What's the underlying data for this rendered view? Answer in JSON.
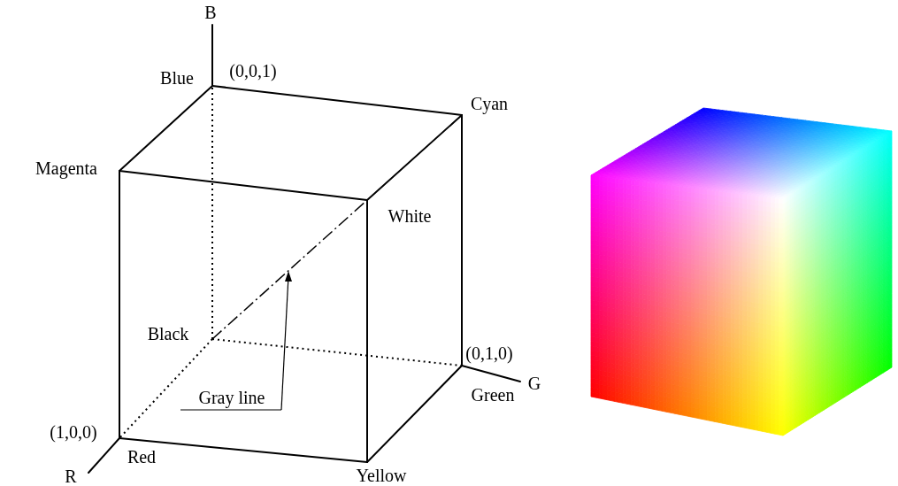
{
  "diagram": {
    "labels": [
      "B",
      "Blue",
      "(0,0,1)",
      "Cyan",
      "Magenta",
      "White",
      "Black",
      "(0,1,0)",
      "G",
      "Green",
      "Gray line",
      "(1,0,0)",
      "R",
      "Red",
      "Yellow"
    ]
  }
}
